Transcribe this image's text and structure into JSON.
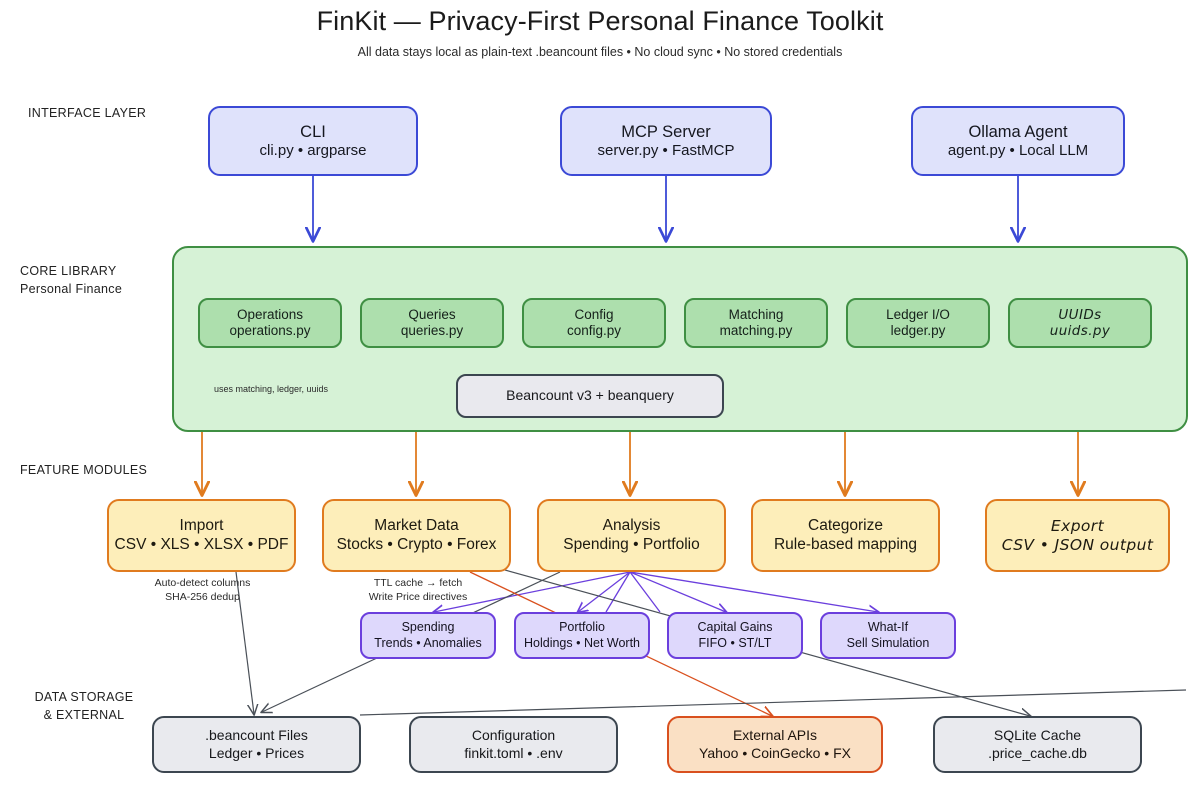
{
  "header": {
    "title": "FinKit — Privacy-First Personal Finance Toolkit",
    "subtitle": "All data stays local as plain-text .beancount files • No cloud sync • No stored credentials"
  },
  "layers": {
    "interface": {
      "label": "INTERFACE LAYER"
    },
    "core": {
      "label_line1": "CORE LIBRARY",
      "label_line2": "Personal Finance"
    },
    "features": {
      "label": "FEATURE MODULES"
    },
    "storage": {
      "label_line1": "DATA STORAGE",
      "label_line2": "& EXTERNAL"
    }
  },
  "interface_nodes": [
    {
      "name": "cli",
      "title": "CLI",
      "subtitle": "cli.py • argparse"
    },
    {
      "name": "mcp-server",
      "title": "MCP Server",
      "subtitle": "server.py • FastMCP"
    },
    {
      "name": "ollama-agent",
      "title": "Ollama Agent",
      "subtitle": "agent.py • Local LLM"
    }
  ],
  "core_nodes": [
    {
      "name": "operations",
      "title": "Operations",
      "subtitle": "operations.py"
    },
    {
      "name": "queries",
      "title": "Queries",
      "subtitle": "queries.py"
    },
    {
      "name": "config",
      "title": "Config",
      "subtitle": "config.py"
    },
    {
      "name": "matching",
      "title": "Matching",
      "subtitle": "matching.py"
    },
    {
      "name": "ledger-io",
      "title": "Ledger I/O",
      "subtitle": "ledger.py"
    },
    {
      "name": "uuids",
      "title": "UUIDs",
      "subtitle": "uuids.py"
    }
  ],
  "dependency_node": {
    "name": "beancount",
    "title": "Beancount v3 + beanquery"
  },
  "feature_nodes": [
    {
      "name": "import",
      "title": "Import",
      "subtitle": "CSV • XLS • XLSX • PDF"
    },
    {
      "name": "market-data",
      "title": "Market Data",
      "subtitle": "Stocks • Crypto • Forex"
    },
    {
      "name": "analysis",
      "title": "Analysis",
      "subtitle": "Spending • Portfolio"
    },
    {
      "name": "categorize",
      "title": "Categorize",
      "subtitle": "Rule-based mapping"
    },
    {
      "name": "export",
      "title": "Export",
      "subtitle": "CSV • JSON output"
    }
  ],
  "analysis_subnodes": [
    {
      "name": "spending",
      "title": "Spending",
      "subtitle": "Trends • Anomalies"
    },
    {
      "name": "portfolio",
      "title": "Portfolio",
      "subtitle": "Holdings • Net Worth"
    },
    {
      "name": "capital-gains",
      "title": "Capital Gains",
      "subtitle": "FIFO • ST/LT"
    },
    {
      "name": "what-if",
      "title": "What-If",
      "subtitle": "Sell Simulation"
    }
  ],
  "storage_nodes": [
    {
      "name": "beancount-files",
      "title": ".beancount Files",
      "subtitle": "Ledger • Prices"
    },
    {
      "name": "configuration",
      "title": "Configuration",
      "subtitle": "finkit.toml • .env"
    },
    {
      "name": "external-apis",
      "title": "External APIs",
      "subtitle": "Yahoo • CoinGecko • FX"
    },
    {
      "name": "sqlite-cache",
      "title": "SQLite Cache",
      "subtitle": ".price_cache.db"
    }
  ],
  "annotations": [
    {
      "name": "operations-uses-note",
      "text": "uses matching, ledger, uuids"
    },
    {
      "name": "import-note-line1",
      "text": "Auto-detect columns"
    },
    {
      "name": "import-note-line2",
      "text": "SHA-256 dedup"
    },
    {
      "name": "market-data-note-line1",
      "text": "TTL cache → fetch"
    },
    {
      "name": "market-data-note-line2",
      "text": "Write Price directives"
    }
  ],
  "colors": {
    "interface_fill": "#dfe2fb",
    "interface_stroke": "#3b49d6",
    "core_container_fill": "#d6f2d6",
    "core_fill": "#addfad",
    "core_stroke": "#3f8f43",
    "feature_fill": "#fdeeba",
    "feature_stroke": "#e07b1f",
    "sub_fill": "#ded8fc",
    "sub_stroke": "#6b3fdd",
    "store_fill": "#e9eaee",
    "store_stroke": "#3c4650",
    "external_fill": "#fae0c4",
    "external_stroke": "#d9501e"
  }
}
